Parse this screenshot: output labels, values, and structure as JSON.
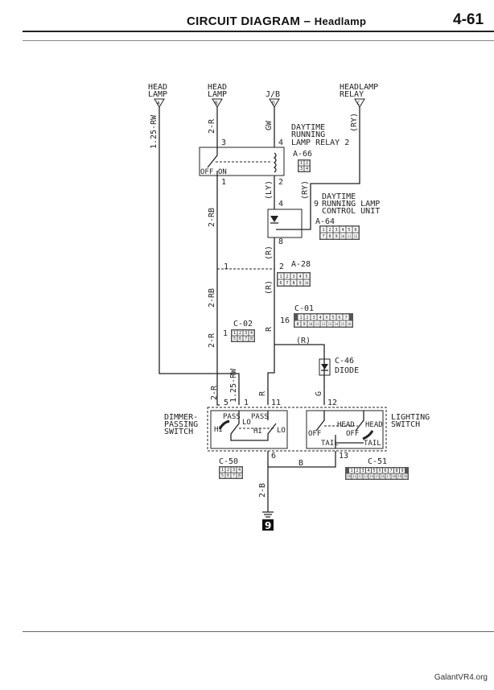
{
  "header": {
    "title": "CIRCUIT DIAGRAM",
    "dash": "–",
    "subtitle": "Headlamp",
    "page": "4-61"
  },
  "terminals": [
    {
      "line1": "HEAD",
      "line2": "LAMP",
      "letter": "A"
    },
    {
      "line1": "HEAD",
      "line2": "LAMP",
      "letter": "B"
    },
    {
      "line1": "",
      "line2": "J/B",
      "letter": "D"
    },
    {
      "line1": "HEADLAMP",
      "line2": "RELAY",
      "letter": "C"
    }
  ],
  "wires": {
    "a": "1.25-RW",
    "b_top": "2-R",
    "jb": "GW",
    "relay": "(RY)",
    "b_mid": "2-RB",
    "ly": "(LY)",
    "ry2": "(RY)",
    "b_low": "2-RB",
    "r1": "(R)",
    "r2": "(R)",
    "b_c02": "2-R",
    "r3": "R",
    "r_branch": "(R)",
    "b_bot": "2-R",
    "a_bot": "1.25-RW",
    "r_bot": "R",
    "g": "G",
    "ground_b": "B",
    "ground": "2-B"
  },
  "pins": {
    "relay_3": "3",
    "relay_4": "4",
    "relay_1": "1",
    "relay_2": "2",
    "ctrl_4": "4",
    "ctrl_9": "9",
    "ctrl_8": "8",
    "a28_1": "1",
    "a28_2": "2",
    "c01_16": "16",
    "c02_1": "1",
    "sw_5": "5",
    "sw_1": "1",
    "sw_11": "11",
    "sw_12": "12",
    "sw_6": "6",
    "sw_13": "13"
  },
  "components": {
    "relay": {
      "line1": "DAYTIME",
      "line2": "RUNNING",
      "line3": "LAMP RELAY 2",
      "id": "A-66",
      "off": "OFF",
      "on": "ON"
    },
    "control": {
      "line1": "DAYTIME",
      "line2": "RUNNING LAMP",
      "line3": "CONTROL UNIT",
      "id": "A-64"
    },
    "a28": {
      "id": "A-28"
    },
    "c01": {
      "id": "C-01"
    },
    "c02": {
      "id": "C-02"
    },
    "diode": {
      "id": "C-46",
      "label": "DIODE"
    },
    "dimmer": {
      "line1": "DIMMER-",
      "line2": "PASSING",
      "line3": "SWITCH",
      "id": "C-50",
      "pass1": "PASS",
      "pass2": "PASS",
      "lo1": "LO",
      "lo2": "LO",
      "hi1": "HI",
      "hi2": "HI"
    },
    "lighting": {
      "line1": "LIGHTING",
      "line2": "SWITCH",
      "id": "C-51",
      "off1": "OFF",
      "off2": "OFF",
      "head1": "HEAD",
      "head2": "HEAD",
      "tail1": "TAIL",
      "tail2": "TAIL"
    },
    "ground": {
      "number": "9"
    }
  },
  "connectors": {
    "A-66": [
      [
        "1",
        "2"
      ],
      [
        "3",
        "4"
      ]
    ],
    "A-64": [
      [
        "1",
        "2",
        "3",
        "4",
        "5",
        "6"
      ],
      [
        "7",
        "8",
        "9",
        "10",
        "11",
        "12"
      ]
    ],
    "A-28": [
      [
        "1",
        "2",
        "3",
        "4",
        "5"
      ],
      [
        "6",
        "7",
        "8",
        "9",
        "10"
      ]
    ],
    "C-01": [
      [
        "1",
        "2",
        "3",
        "4",
        "X",
        "5",
        "6",
        "7"
      ],
      [
        "8",
        "9",
        "10",
        "11",
        "12",
        "13",
        "14",
        "15",
        "16"
      ]
    ],
    "C-02": [
      [
        "1",
        "2",
        "3",
        "4"
      ],
      [
        "5",
        "6",
        "7",
        "8"
      ]
    ],
    "C-50": [
      [
        "1",
        "2",
        "3",
        "4"
      ],
      [
        "5",
        "6",
        "7",
        "8"
      ]
    ],
    "C-51": [
      [
        "1",
        "2",
        "3",
        "4",
        "5",
        "X",
        "6",
        "7",
        "8",
        "9"
      ],
      [
        "10",
        "11",
        "12",
        "13",
        "14",
        "15",
        "16",
        "17",
        "18",
        "19",
        "20"
      ]
    ]
  },
  "footer": {
    "watermark": "GalantVR4.org"
  }
}
